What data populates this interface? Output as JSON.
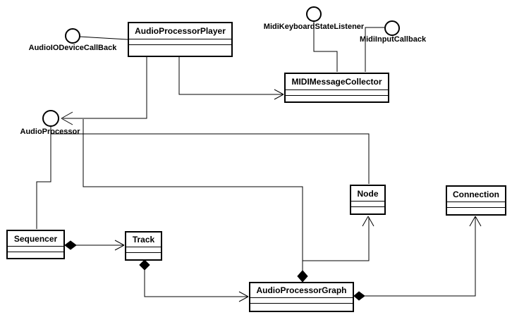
{
  "diagram": {
    "background_color": "#ffffff",
    "line_color": "#000000",
    "classes": [
      {
        "name": "AudioProcessorPlayer"
      },
      {
        "name": "MIDIMessageCollector"
      },
      {
        "name": "Node"
      },
      {
        "name": "Connection"
      },
      {
        "name": "Sequencer"
      },
      {
        "name": "Track"
      },
      {
        "name": "AudioProcessorGraph"
      }
    ],
    "interfaces": [
      {
        "name": "AudioIODeviceCallBack"
      },
      {
        "name": "MidiKeyboardStateListener"
      },
      {
        "name": "MidiInputCallback"
      },
      {
        "name": "AudioProcessor"
      }
    ],
    "relationships": [
      {
        "from": "AudioProcessorPlayer",
        "to": "AudioIODeviceCallBack",
        "type": "provided-interface-lollipop"
      },
      {
        "from": "MIDIMessageCollector",
        "to": "MidiKeyboardStateListener",
        "type": "provided-interface-lollipop"
      },
      {
        "from": "MIDIMessageCollector",
        "to": "MidiInputCallback",
        "type": "provided-interface-lollipop"
      },
      {
        "from": "AudioProcessorPlayer",
        "to": "MIDIMessageCollector",
        "type": "association-open-arrow"
      },
      {
        "from": "AudioProcessorPlayer",
        "to": "AudioProcessor",
        "type": "association-open-arrow"
      },
      {
        "from": "Sequencer",
        "to": "AudioProcessor",
        "type": "association"
      },
      {
        "from": "AudioProcessor",
        "to": "Node",
        "type": "association"
      },
      {
        "from": "AudioProcessorGraph",
        "to": "AudioProcessor",
        "type": "composition-filled-diamond"
      },
      {
        "from": "AudioProcessorGraph",
        "to": "Node",
        "type": "composition-branch-open-arrow"
      },
      {
        "from": "Sequencer",
        "to": "Track",
        "type": "composition-filled-diamond-open-arrow"
      },
      {
        "from": "Track",
        "to": "AudioProcessorGraph",
        "type": "composition-filled-diamond-open-arrow"
      },
      {
        "from": "AudioProcessorGraph",
        "to": "Connection",
        "type": "composition-filled-diamond-open-arrow"
      }
    ]
  }
}
